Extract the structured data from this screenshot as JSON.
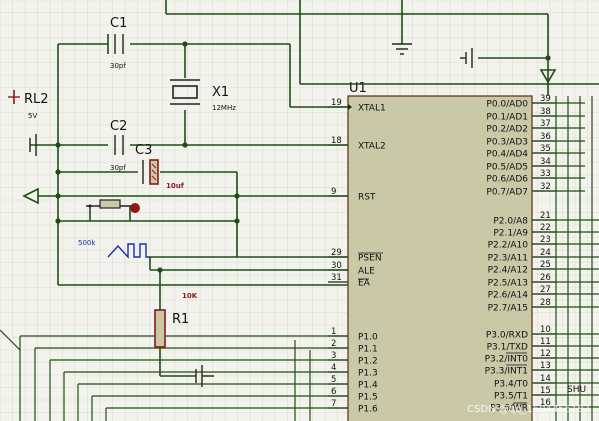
{
  "components": {
    "c1": {
      "ref": "C1",
      "value": "30pf"
    },
    "c2": {
      "ref": "C2",
      "value": "30pf"
    },
    "c3": {
      "ref": "C3",
      "value": "10uf"
    },
    "x1": {
      "ref": "X1",
      "value": "12MHz"
    },
    "rl2": {
      "ref": "RL2",
      "value": "5V"
    },
    "r1": {
      "ref": "R1",
      "value": "10K"
    },
    "u1": {
      "ref": "U1"
    },
    "gen": {
      "value": "500k"
    },
    "shu": {
      "ref": "SHU"
    }
  },
  "left_pins": [
    {
      "num": "19",
      "name": "XTAL1"
    },
    {
      "num": "18",
      "name": "XTAL2"
    },
    {
      "num": "9",
      "name": "RST"
    },
    {
      "num": "29",
      "name": "PSEN"
    },
    {
      "num": "30",
      "name": "ALE"
    },
    {
      "num": "31",
      "name": "EA"
    },
    {
      "num": "1",
      "name": "P1.0"
    },
    {
      "num": "2",
      "name": "P1.1"
    },
    {
      "num": "3",
      "name": "P1.2"
    },
    {
      "num": "4",
      "name": "P1.3"
    },
    {
      "num": "5",
      "name": "P1.4"
    },
    {
      "num": "6",
      "name": "P1.5"
    },
    {
      "num": "7",
      "name": "P1.6"
    }
  ],
  "right_pins": [
    {
      "num": "39",
      "name": "P0.0/AD0"
    },
    {
      "num": "38",
      "name": "P0.1/AD1"
    },
    {
      "num": "37",
      "name": "P0.2/AD2"
    },
    {
      "num": "36",
      "name": "P0.3/AD3"
    },
    {
      "num": "35",
      "name": "P0.4/AD4"
    },
    {
      "num": "34",
      "name": "P0.5/AD5"
    },
    {
      "num": "33",
      "name": "P0.6/AD6"
    },
    {
      "num": "32",
      "name": "P0.7/AD7"
    },
    {
      "num": "21",
      "name": "P2.0/A8"
    },
    {
      "num": "22",
      "name": "P2.1/A9"
    },
    {
      "num": "23",
      "name": "P2.2/A10"
    },
    {
      "num": "24",
      "name": "P2.3/A11"
    },
    {
      "num": "25",
      "name": "P2.4/A12"
    },
    {
      "num": "26",
      "name": "P2.5/A13"
    },
    {
      "num": "27",
      "name": "P2.6/A14"
    },
    {
      "num": "28",
      "name": "P2.7/A15"
    },
    {
      "num": "10",
      "name": "P3.0/RXD"
    },
    {
      "num": "11",
      "name": "P3.1/TXD"
    },
    {
      "num": "12",
      "name": "P3.2/INT0"
    },
    {
      "num": "13",
      "name": "P3.3/INT1"
    },
    {
      "num": "14",
      "name": "P3.4/T0"
    },
    {
      "num": "15",
      "name": "P3.5/T1"
    },
    {
      "num": "16",
      "name": "P3.6/WR"
    }
  ],
  "watermark": "CSDN @qq_1604456187",
  "colors": {
    "wire": "#1f4d16",
    "chip": "#c9c9a8",
    "component": "#8a1a1a",
    "background": "#f3f3ee"
  }
}
